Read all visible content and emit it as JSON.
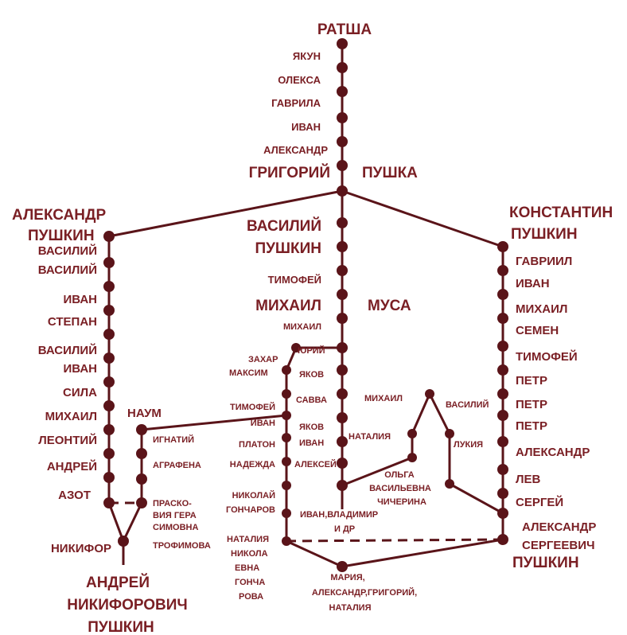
{
  "colors": {
    "ink": "#5a1419",
    "text": "#7a1f24",
    "background": "#ffffff"
  },
  "trunk": {
    "root": "РАТША",
    "names": [
      "ЯКУН",
      "ОЛЕКСА",
      "ГАВРИЛА",
      "ИВАН",
      "АЛЕКСАНДР"
    ],
    "grigoriy": "ГРИГОРИЙ",
    "pushka": "ПУШКА",
    "vasiliy": [
      "ВАСИЛИЙ",
      "ПУШКИН"
    ],
    "timofey": "ТИМОФЕЙ",
    "mikhail_big": "МИХАИЛ",
    "mikhail_small": "МИХАИЛ",
    "musa": "МУСА",
    "yuriy": "ЮРИЙ"
  },
  "left": {
    "head": [
      "АЛЕКСАНДР",
      "ПУШКИН"
    ],
    "names": [
      "ВАСИЛИЙ",
      "ВАСИЛИЙ",
      "ИВАН",
      "СТЕПАН",
      "ВАСИЛИЙ",
      "ИВАН",
      "СИЛА",
      "МИХАИЛ",
      "ЛЕОНТИЙ",
      "АНДРЕЙ",
      "АЗОТ"
    ],
    "nikifor": "НИКИФОР",
    "andrey": [
      "АНДРЕЙ",
      "НИКИФОРОВИЧ",
      "ПУШКИН"
    ]
  },
  "naum": {
    "name": "НАУМ",
    "names": [
      "ИГНАТИЙ",
      "АГРАФЕНА"
    ],
    "praskovia": [
      "ПРАСКО-",
      "ВИЯ ГЕРА",
      "СИМОВНА",
      "ТРОФИМОВА"
    ]
  },
  "zakhar": {
    "head": [
      "ЗАХАР",
      "МАКСИМ"
    ],
    "names": [
      "ТИМОФЕЙ",
      "ИВАН",
      "ПЛАТОН",
      "НАДЕЖДА"
    ],
    "nikolay": [
      "НИКОЛАЙ",
      "ГОНЧАРОВ"
    ],
    "natalia": [
      "НАТАЛИЯ",
      "НИКОЛА",
      "ЕВНА",
      "ГОНЧА",
      "РОВА"
    ]
  },
  "yakov": {
    "names": [
      "ЯКОВ",
      "САВВА",
      "ЯКОВ",
      "ИВАН"
    ],
    "aleksey": "АЛЕКСЕЙ",
    "ivan": [
      "ИВАН,ВЛАДИМИР",
      "И ДР"
    ]
  },
  "center": {
    "natalia": "НАТАЛИЯ",
    "mikhail": "МИХАИЛ",
    "vasiliy": "ВАСИЛИЙ",
    "lukia": "ЛУКИЯ",
    "olga": [
      "ОЛЬГА",
      "ВАСИЛЬЕВНА",
      "ЧИЧЕРИНА"
    ]
  },
  "right": {
    "head": [
      "КОНСТАНТИН",
      "ПУШКИН"
    ],
    "names": [
      "ГАВРИИЛ",
      "ИВАН",
      "МИХАИЛ",
      "СЕМЕН",
      "ТИМОФЕЙ",
      "ПЕТР",
      "ПЕТР",
      "ПЕТР",
      "АЛЕКСАНДР",
      "ЛЕВ",
      "СЕРГЕЙ"
    ],
    "aleksandr": [
      "АЛЕКСАНДР",
      "СЕРГЕЕВИЧ",
      "ПУШКИН"
    ]
  },
  "children": [
    "МАРИЯ,",
    "АЛЕКСАНДР,ГРИГОРИЙ,",
    "НАТАЛИЯ"
  ]
}
